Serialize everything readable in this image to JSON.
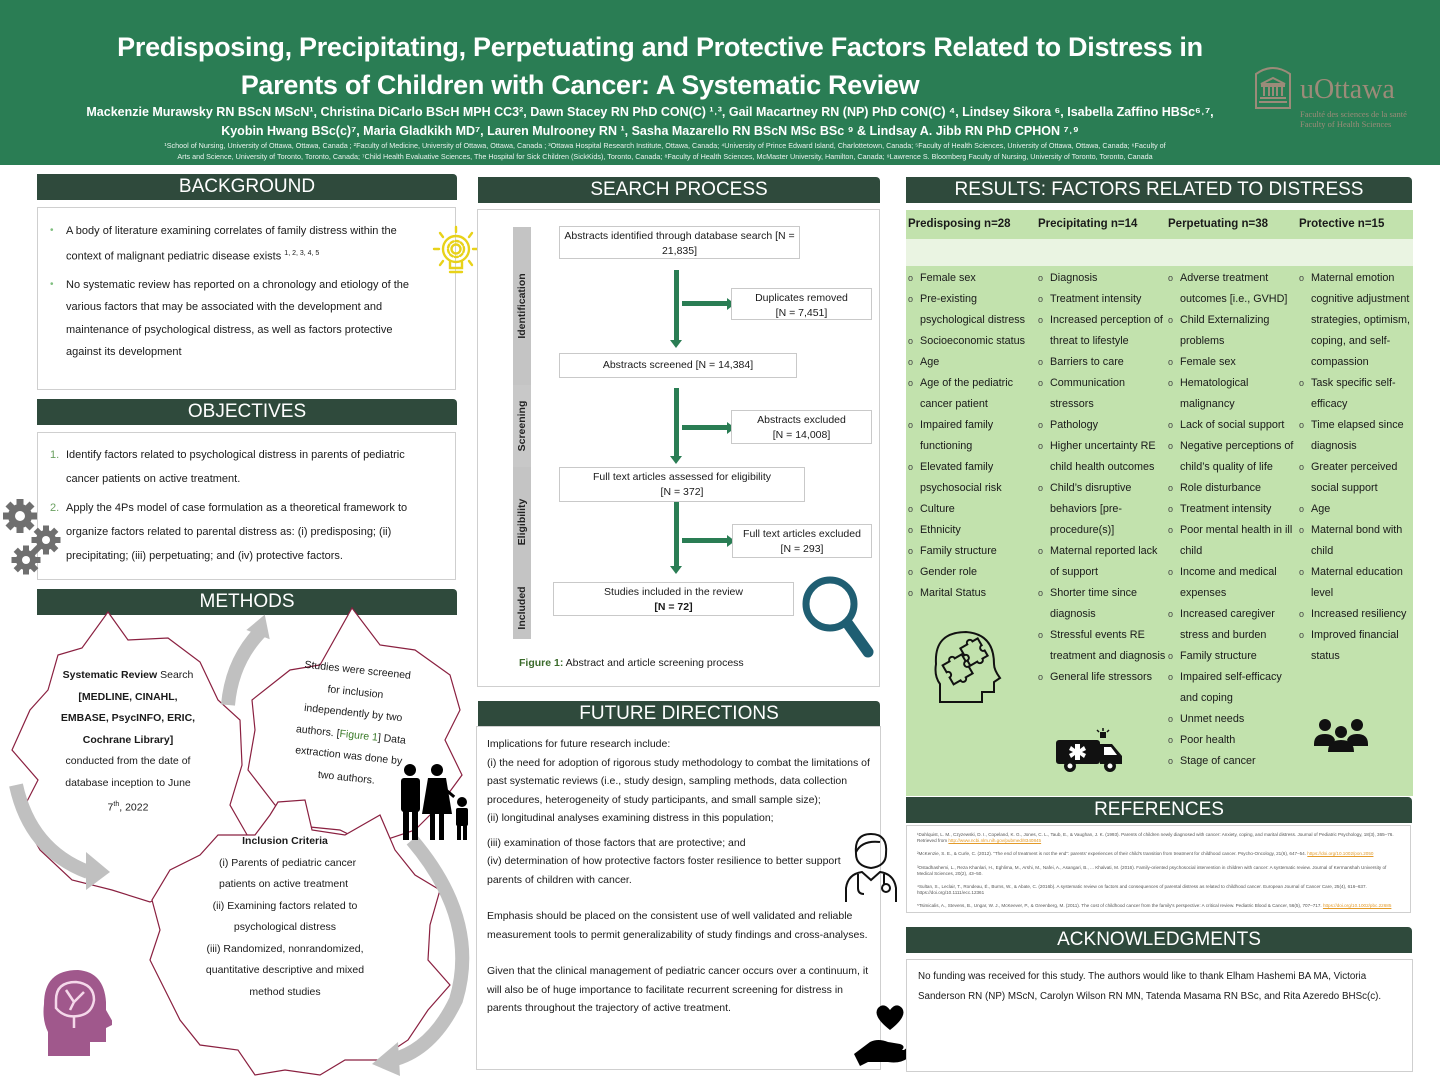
{
  "header": {
    "title_line1": "Predisposing, Precipitating, Perpetuating and Protective Factors Related to Distress in",
    "title_line2": "Parents of Children with Cancer: A Systematic Review",
    "authors_line1": "Mackenzie Murawsky RN BScN MScN¹, Christina DiCarlo BScH MPH CC3², Dawn Stacey RN PhD CON(C) ¹˒³, Gail Macartney RN (NP) PhD CON(C) ⁴, Lindsey Sikora ⁶, Isabella Zaffino HBSc⁶˒⁷,",
    "authors_line2": "Kyobin Hwang BSc(c)⁷, Maria Gladkikh MD⁷, Lauren Mulrooney RN ¹, Sasha Mazarello RN BScN MSc BSc ⁹ & Lindsay A. Jibb RN PhD CPHON ⁷˒⁹",
    "affiliations_line1": "¹School of Nursing, University of Ottawa, Ottawa, Canada ; ²Faculty of Medicine, University of Ottawa, Ottawa, Canada ; ³Ottawa Hospital Research Institute, Ottawa, Canada; ⁴University of Prince Edward Island, Charlottetown, Canada; ⁵Faculty of Health Sciences, University of Ottawa, Ottawa, Canada; ⁶Faculty of",
    "affiliations_line2": "Arts and Science, University of Toronto, Toronto, Canada; ⁷Child Health Evaluative Sciences, The Hospital for Sick Children (SickKids), Toronto, Canada; ⁸Faculty of Health Sciences, McMaster University, Hamilton, Canada; ⁹Lawrence S. Bloomberg Faculty of Nursing, University of Toronto, Toronto, Canada",
    "logo_word": "uOttawa",
    "logo_sub_fr": "Faculté des sciences de la santé",
    "logo_sub_en": "Faculty of Health Sciences"
  },
  "background": {
    "heading": "BACKGROUND",
    "bullet1": "A body of literature examining correlates of family distress within the context of malignant pediatric disease exists",
    "bullet1_refs": "1, 2, 3, 4, 5",
    "bullet2": "No systematic review has reported on a chronology and etiology of the various factors that may be associated with the development and maintenance of psychological distress, as well as factors protective against its development"
  },
  "objectives": {
    "heading": "OBJECTIVES",
    "items": [
      {
        "num": "1.",
        "text": "Identify factors related to psychological distress in parents of pediatric cancer patients on active treatment."
      },
      {
        "num": "2.",
        "text": "Apply the 4Ps model of case formulation as a theoretical framework to organize factors related to parental distress as: (i) predisposing; (ii) precipitating; (iii) perpetuating; and (iv) protective factors."
      }
    ]
  },
  "methods": {
    "heading": "METHODS",
    "gear1_bold1": "Systematic Review",
    "gear1_text1": " Search",
    "gear1_bold2": "MEDLINE, CINAHL, EMBASE, PsycINFO, ERIC, Cochrane Library",
    "gear1_text2": "conducted from the date of database inception to June",
    "gear1_date": "7",
    "gear1_date_sup": "th",
    "gear1_year": ", 2022",
    "gear2_text1": "Studies were screened for inclusion independently by two authors. [",
    "gear2_link": "Figure 1",
    "gear2_text2": "] Data extraction was done by two authors.",
    "gear3_title": "Inclusion Criteria",
    "gear3_items": [
      "(i) Parents of pediatric cancer patients on active treatment",
      "(ii) Examining factors related to psychological distress",
      "(iii) Randomized, nonrandomized, quantitative descriptive and mixed method studies"
    ]
  },
  "search": {
    "heading": "SEARCH PROCESS",
    "phases": [
      "Identification",
      "Screening",
      "Eligibility",
      "Included"
    ],
    "boxes": {
      "identified": "Abstracts identified through database search [N = 21,835]",
      "duplicates": "Duplicates removed",
      "duplicates_n": "[N = 7,451]",
      "screened": "Abstracts screened [N = 14,384]",
      "excluded": "Abstracts excluded",
      "excluded_n": "[N = 14,008]",
      "fulltext": "Full text articles assessed for eligibility",
      "fulltext_n": "[N = 372]",
      "ft_excluded": "Full text articles excluded",
      "ft_excluded_n": "[N = 293]",
      "included": "Studies included in the review",
      "included_n": "[N = 72]"
    },
    "caption_label": "Figure 1:",
    "caption_text": " Abstract and article screening process"
  },
  "future": {
    "heading": "FUTURE DIRECTIONS",
    "intro": "Implications for future research include:",
    "p1": "(i) the need for adoption of rigorous study methodology to combat the limitations of past systematic reviews (i.e., study design, sampling methods, data collection procedures, heterogeneity of study participants, and small sample size);",
    "p2": "(ii) longitudinal analyses examining distress in this population;",
    "p3": "(iii) examination of those factors that are protective; and",
    "p4": "(iv) determination of  how protective  factors foster resilience to better support parents of children with cancer.",
    "p5": "Emphasis should be placed on the consistent use of well validated and reliable measurement tools to permit generalizability of study findings and cross-analyses.",
    "p6": "Given that the clinical management of pediatric cancer occurs over a continuum, it will also be of huge importance to facilitate recurrent screening for distress in parents throughout the trajectory of active treatment."
  },
  "results": {
    "heading": "RESULTS: FACTORS RELATED TO DISTRESS",
    "columns": [
      {
        "label": "Predisposing n=28",
        "items": [
          "Female sex",
          "Pre-existing psychological distress",
          "Socioeconomic status",
          "Age",
          "Age of the pediatric cancer patient",
          "Impaired family functioning",
          "Elevated family psychosocial risk",
          "Culture",
          "Ethnicity",
          "Family structure",
          "Gender role",
          "Marital Status"
        ]
      },
      {
        "label": "Precipitating n=14",
        "items": [
          "Diagnosis",
          "Treatment intensity",
          "Increased perception of threat to lifestyle",
          "Barriers to care",
          "Communication stressors",
          "Pathology",
          "Higher uncertainty RE child health outcomes",
          "Child’s disruptive behaviors [pre-procedure(s)]",
          "Maternal reported lack of support",
          "Shorter time since diagnosis",
          "Stressful events RE treatment and diagnosis",
          "General life stressors"
        ]
      },
      {
        "label": "Perpetuating n=38",
        "items": [
          "Adverse treatment outcomes [i.e., GVHD]",
          "Child Externalizing problems",
          "Female sex",
          "Hematological malignancy",
          "Lack of social support",
          "Negative perceptions of child’s quality of life",
          "Role disturbance",
          "Treatment intensity",
          "Poor mental health in ill child",
          "Income and medical expenses",
          "Increased caregiver stress and burden",
          "Family structure",
          "Impaired self-efficacy and coping",
          "Unmet needs",
          "Poor health",
          "Stage of cancer"
        ]
      },
      {
        "label": "Protective n=15",
        "items": [
          "Maternal emotion cognitive adjustment strategies, optimism, coping, and self-compassion",
          "Task specific self-efficacy",
          "Time elapsed since diagnosis",
          "Greater perceived social support",
          "Age",
          "Maternal bond with child",
          "Maternal education level",
          "Increased resiliency",
          "Improved financial status"
        ]
      }
    ]
  },
  "references": {
    "heading": "REFERENCES",
    "items": [
      {
        "text": "¹Dahlquist, L. M., Czyzewski, D. I., Copeland, K. G., Jones, C. L., Taub, E., & Vaughan, J. K. (1993). Parents of children newly diagnosed with cancer: Anxiety, coping, and marital distress. Journal of Pediatric Psychology, 18(3), 365–76. Retrieved from ",
        "link": "http://www.ncbi.nlm.nih.gov/pubmed/8340845"
      },
      {
        "text": "²McKenzie, S. E., & Curle, C. (2012). “The end of treatment is not the end”: parents' experiences of their child's transition from treatment for childhood cancer. Psycho-Oncology, 21(6), 647–54. ",
        "link": "https://doi.org/10.1002/pon.2050"
      },
      {
        "text": "³Ostadhashemi, L., Reza Khanlari, H., Eghlima, M., Arshi, M., Nafei, A., Asangari, B., ... Khalvati, M. (2016). Family-oriented psychosocial intervention in children with cancer: A systematic review. Journal of Kermanshah University of Medical Sciences, 20(2), 43–50.",
        "link": ""
      },
      {
        "text": "⁴Sultan, S., Leclair, T., Rondeau, É., Burns, W., & Abate, C. (2016b). A systematic review on factors and consequences of parental distress as related to childhood cancer. European Journal of Cancer Care, 25(4), 616–637. https://doi.org/10.1111/ecc.12361",
        "link": ""
      },
      {
        "text": "⁵Tsimicalis, A., Stevens, B., Ungar, W. J., McKeever, P., & Greenberg, M. (2011). The cost of childhood cancer from the family's perspective: A critical review. Pediatric Blood & Cancer, 56(5), 707–717. ",
        "link": "https://doi.org/10.1002/pbc.22685"
      }
    ]
  },
  "acknowledgments": {
    "heading": "ACKNOWLEDGMENTS",
    "text": "No funding was received for this study.  The authors would like to thank  Elham Hashemi BA MA, Victoria Sanderson RN (NP) MScN, Carolyn Wilson RN MN, Tatenda Masama RN BSc, and Rita Azeredo BHSc(c)."
  },
  "colors": {
    "banner": "#2a7d54",
    "section_header": "#2f4a3c",
    "results_bg": "#c2e2ad",
    "gear_outline": "#8a2040",
    "brain_icon": "#a0588c",
    "magnifier": "#1f5e72",
    "arrows_gray": "#c0c0c0",
    "logo": "#9c8b79"
  }
}
